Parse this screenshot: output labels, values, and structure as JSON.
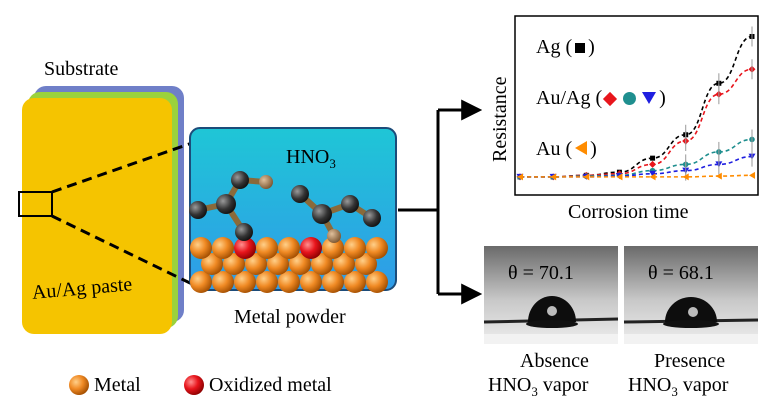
{
  "substrate": {
    "label": "Substrate",
    "paste_label": "Au/Ag paste",
    "colors": {
      "front": "#f5c400",
      "middle": "#9bd23c",
      "back": "#6f7fc8"
    }
  },
  "zoom_panel": {
    "chemical_label": "HNO",
    "chemical_subscript": "3",
    "caption": "Metal powder",
    "colors": {
      "top": "#1fc6d6",
      "bottom": "#2fa0e6",
      "metal": "#f08a24",
      "oxidized": "#e8151c",
      "carbon": "#3a3a3a",
      "oxygen_h": "#a37a52"
    }
  },
  "legend": [
    {
      "label": "Metal",
      "color": "#f08a24",
      "icon": "orange-sphere-icon"
    },
    {
      "label": "Oxidized metal",
      "color": "#e8151c",
      "icon": "red-sphere-icon"
    }
  ],
  "chart_data": {
    "type": "line",
    "title": "",
    "xlabel": "Corrosion time",
    "ylabel": "Resistance",
    "x": [
      0,
      1,
      2,
      3,
      4,
      5,
      6,
      7
    ],
    "xlim": [
      0,
      7
    ],
    "ylim": [
      0,
      10
    ],
    "grid": false,
    "series": [
      {
        "name": "Ag",
        "color": "#000000",
        "marker": "square",
        "values": [
          0.2,
          0.2,
          0.3,
          0.5,
          1.4,
          2.9,
          6.2,
          9.2
        ]
      },
      {
        "name": "Au/Ag",
        "color": "#e8151c",
        "marker": "diamond",
        "values": [
          0.2,
          0.2,
          0.3,
          0.4,
          1.0,
          2.5,
          5.5,
          7.1
        ]
      },
      {
        "name": "",
        "color": "#1f8f8f",
        "marker": "circle",
        "values": [
          0.2,
          0.2,
          0.25,
          0.3,
          0.6,
          1.0,
          1.8,
          2.6
        ]
      },
      {
        "name": "",
        "color": "#1f1fe0",
        "marker": "triangle-down",
        "values": [
          0.2,
          0.2,
          0.2,
          0.25,
          0.4,
          0.6,
          1.0,
          1.5
        ]
      },
      {
        "name": "Au",
        "color": "#ff8c00",
        "marker": "triangle-left",
        "values": [
          0.2,
          0.2,
          0.2,
          0.2,
          0.2,
          0.2,
          0.25,
          0.3
        ]
      }
    ]
  },
  "chart_labels": {
    "ag": "Ag (",
    "ag_close": ")",
    "auag": "Au/Ag (",
    "auag_close": ")",
    "au": "Au (",
    "au_close": ")"
  },
  "photos": [
    {
      "angle_label": "θ = 70.1",
      "caption_line1": "Absence",
      "caption_line2": "HNO",
      "caption_sub": "3",
      "caption_line2_rest": " vapor"
    },
    {
      "angle_label": "θ = 68.1",
      "caption_line1": "Presence",
      "caption_line2": "HNO",
      "caption_sub": "3",
      "caption_line2_rest": " vapor"
    }
  ]
}
